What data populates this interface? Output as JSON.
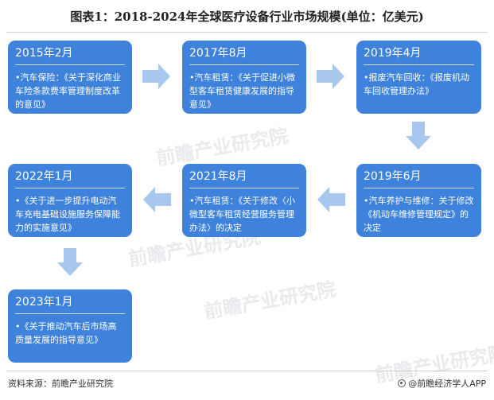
{
  "title": "图表1：2018-2024年全球医疗设备行业市场规模(单位：亿美元)",
  "watermark": "前瞻产业研究院",
  "cards": [
    {
      "year": "2015年2月",
      "text": "•汽车保险：《关于深化商业车险条款费率管理制度改革的意见》"
    },
    {
      "year": "2017年8月",
      "text": "•汽车租赁：《关于促进小微型客车租赁健康发展的指导意见》"
    },
    {
      "year": "2019年4月",
      "text": "•报废汽车回收：《报废机动车回收管理办法》"
    },
    {
      "year": "2019年6月",
      "text": "•汽车养护与维修：关于修改《机动车维修管理规定》的决定"
    },
    {
      "year": "2021年8月",
      "text": "•汽车租赁：《关于修改〈小微型客车租赁经营服务管理办法〉的决定"
    },
    {
      "year": "2022年1月",
      "text": "•《关于进一步提升电动汽车充电基础设施服务保障能力的实施意见》"
    },
    {
      "year": "2023年1月",
      "text": "•《关于推动汽车后市场高质量发展的指导意见》"
    }
  ],
  "footer": {
    "source": "资料来源：前瞻产业研究院",
    "brand": "@前瞻经济学人APP"
  },
  "colors": {
    "card": "#3f82db",
    "arrow": "#a7c7ee"
  }
}
